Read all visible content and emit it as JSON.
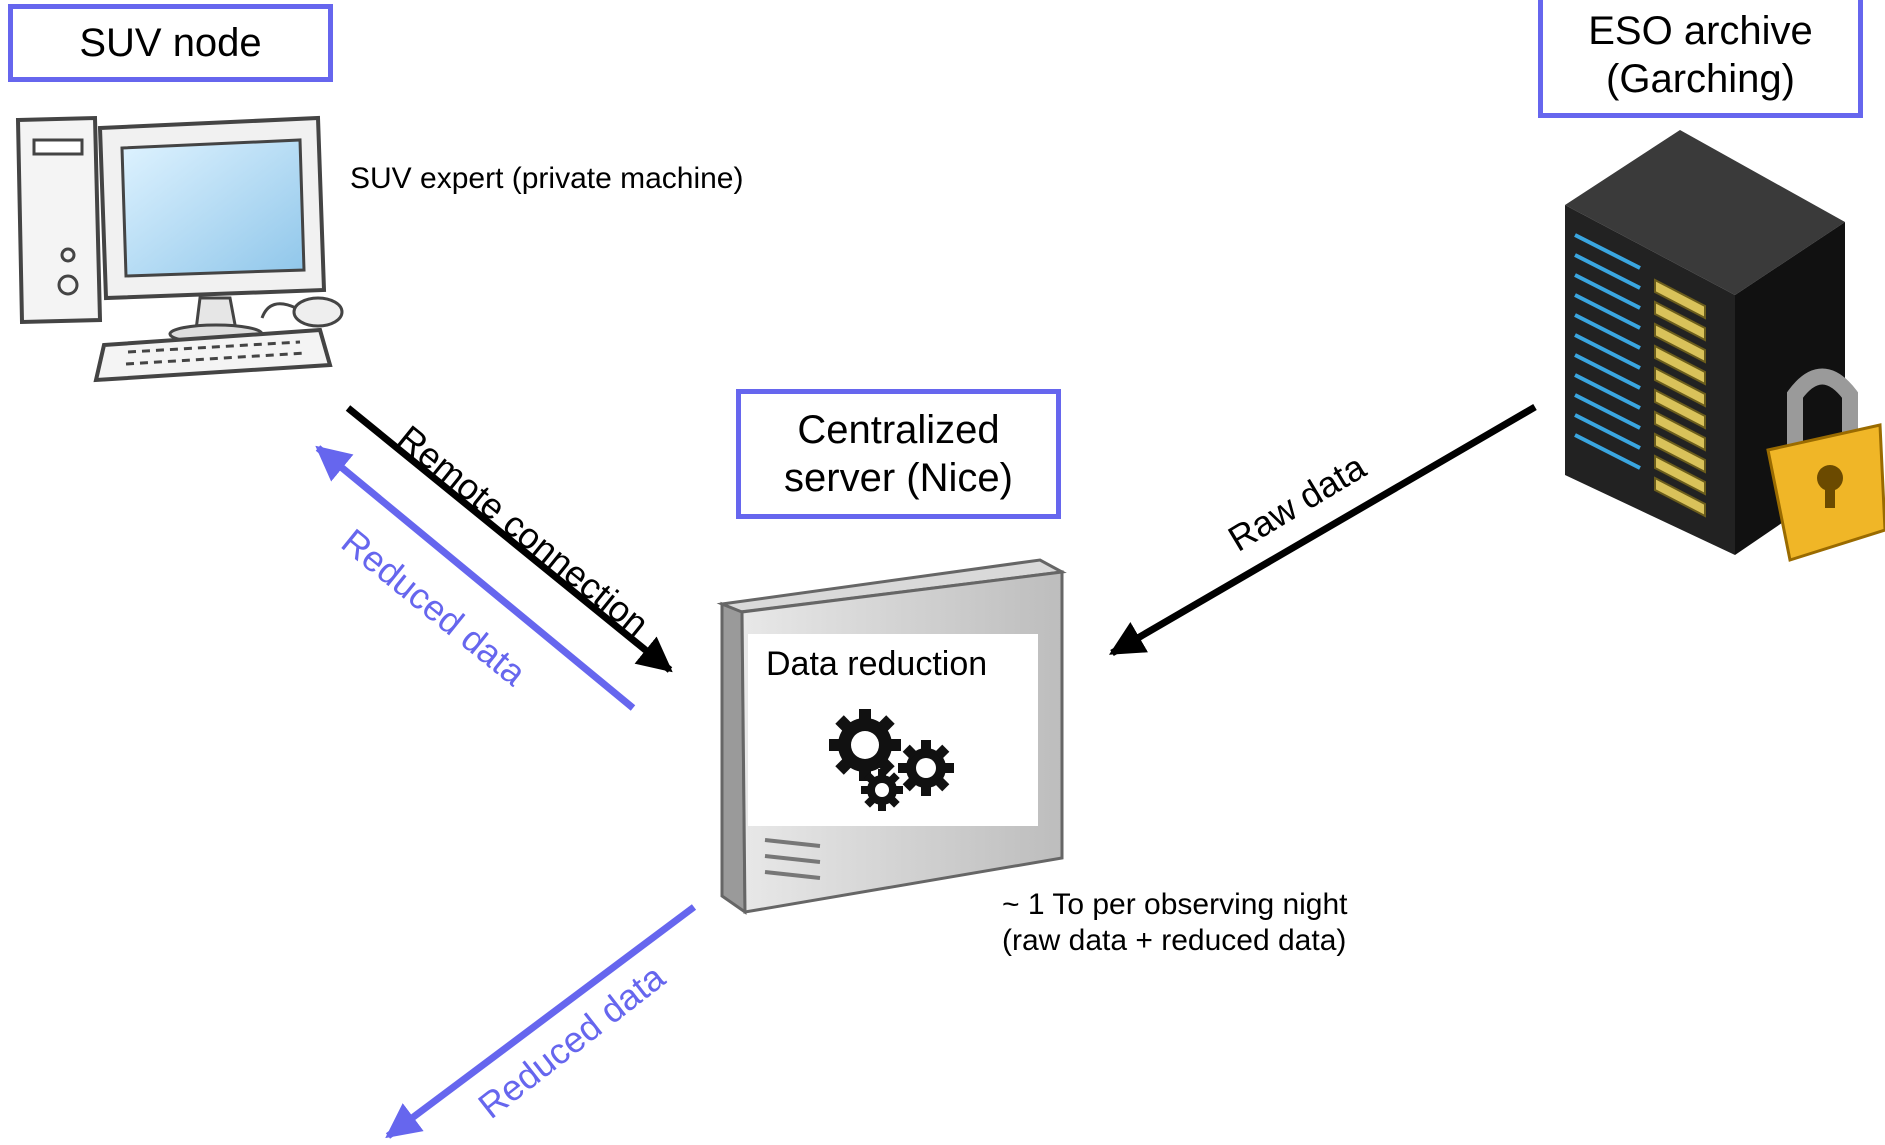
{
  "nodes": {
    "suv": {
      "title": "SUV node",
      "caption": "SUV expert (private machine)"
    },
    "eso": {
      "title_line1": "ESO archive",
      "title_line2": "(Garching)"
    },
    "server": {
      "title_line1": "Centralized",
      "title_line2": "server (Nice)",
      "panel_label": "Data reduction"
    }
  },
  "arrows": {
    "remote": {
      "label": "Remote connection",
      "color": "#000000"
    },
    "reduced_up": {
      "label": "Reduced data",
      "color": "#6666ee"
    },
    "raw": {
      "label": "Raw data",
      "color": "#000000"
    },
    "reduced_down": {
      "label": "Reduced data",
      "color": "#6666ee"
    }
  },
  "storage_note": {
    "line1": "~ 1 To per observing night",
    "line2": "(raw data + reduced data)"
  },
  "colors": {
    "box_border": "#6666ee",
    "accent_arrow": "#6666ee"
  }
}
